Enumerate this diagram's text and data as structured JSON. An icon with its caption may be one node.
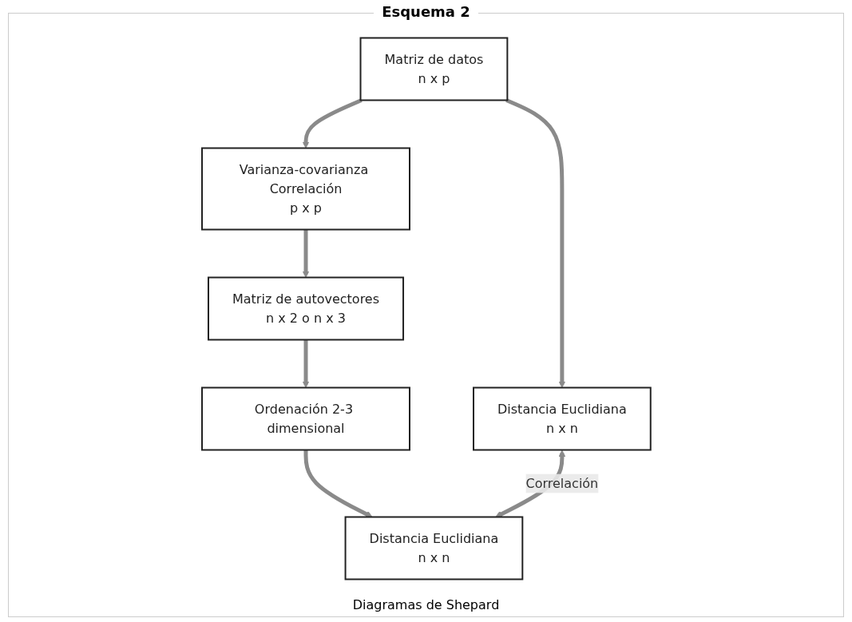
{
  "diagram": {
    "title": "Esquema 2",
    "nodes": [
      {
        "text": [
          "Matriz de datos",
          "n x p"
        ]
      },
      {
        "text": [
          "Varianza-covarianza Correlación",
          "p x p"
        ]
      },
      {
        "text": [
          "Matriz de autovectores",
          "n x 2 o n x 3"
        ]
      },
      {
        "text": [
          "Ordenación 2-3 dimensional"
        ]
      },
      {
        "text": [
          "Distancia Euclidiana",
          "n x n"
        ]
      },
      {
        "text": [
          "Distancia Euclidiana",
          "n x n"
        ]
      }
    ],
    "edges": [
      {
        "from": 0,
        "to": 1,
        "arrow": "to"
      },
      {
        "from": 1,
        "to": 2,
        "arrow": "to"
      },
      {
        "from": 2,
        "to": 3,
        "arrow": "to"
      },
      {
        "from": 0,
        "to": 4,
        "arrow": "to"
      },
      {
        "from": 3,
        "to": 5,
        "arrow": "to"
      },
      {
        "from": 4,
        "to": 5,
        "label": "Correlación",
        "arrow": "both"
      }
    ],
    "labels": [
      "Diagramas de Shepard"
    ]
  }
}
